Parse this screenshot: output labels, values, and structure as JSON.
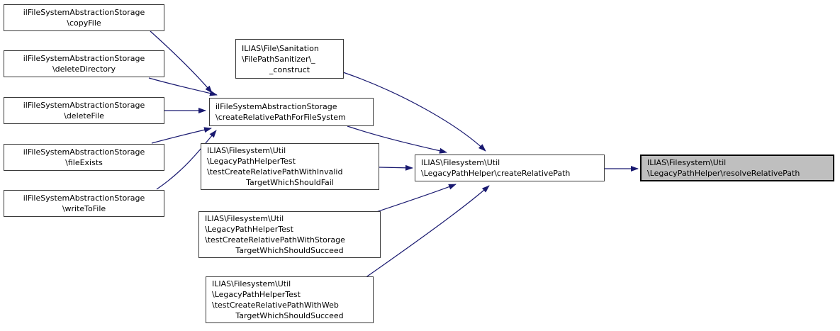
{
  "diagram": {
    "type": "doxygen-caller-graph",
    "target_node_id": "resolveRelativePath",
    "colors": {
      "background": "#ffffff",
      "edge": "#191970",
      "node_fill": "#ffffff",
      "node_border": "#3a3a3a",
      "target_fill": "#bfbfbf",
      "target_border": "#000000",
      "text": "#000000"
    },
    "nodes": [
      {
        "id": "copyFile",
        "highlighted": false,
        "lines": [
          {
            "t": "ilFileSystemAbstractionStorage",
            "c": true
          },
          {
            "t": "\\copyFile",
            "c": true
          }
        ]
      },
      {
        "id": "deleteDirectory",
        "highlighted": false,
        "lines": [
          {
            "t": "ilFileSystemAbstractionStorage",
            "c": true
          },
          {
            "t": "\\deleteDirectory",
            "c": true
          }
        ]
      },
      {
        "id": "deleteFile",
        "highlighted": false,
        "lines": [
          {
            "t": "ilFileSystemAbstractionStorage",
            "c": true
          },
          {
            "t": "\\deleteFile",
            "c": true
          }
        ]
      },
      {
        "id": "fileExists",
        "highlighted": false,
        "lines": [
          {
            "t": "ilFileSystemAbstractionStorage",
            "c": true
          },
          {
            "t": "\\fileExists",
            "c": true
          }
        ]
      },
      {
        "id": "writeToFile",
        "highlighted": false,
        "lines": [
          {
            "t": "ilFileSystemAbstractionStorage",
            "c": true
          },
          {
            "t": "\\writeToFile",
            "c": true
          }
        ]
      },
      {
        "id": "sanitizerConstruct",
        "highlighted": false,
        "lines": [
          {
            "t": "ILIAS\\File\\Sanitation",
            "c": false
          },
          {
            "t": "\\FilePathSanitizer\\_",
            "c": false
          },
          {
            "t": "_construct",
            "c": true
          }
        ]
      },
      {
        "id": "createRelativePathForFileSystem",
        "highlighted": false,
        "lines": [
          {
            "t": "ilFileSystemAbstractionStorage",
            "c": false
          },
          {
            "t": "\\createRelativePathForFileSystem",
            "c": false
          }
        ]
      },
      {
        "id": "testInvalid",
        "highlighted": false,
        "lines": [
          {
            "t": "ILIAS\\Filesystem\\Util",
            "c": false
          },
          {
            "t": "\\LegacyPathHelperTest",
            "c": false
          },
          {
            "t": "\\testCreateRelativePathWithInvalid",
            "c": false
          },
          {
            "t": "TargetWhichShouldFail",
            "c": true
          }
        ]
      },
      {
        "id": "testStorage",
        "highlighted": false,
        "lines": [
          {
            "t": "ILIAS\\Filesystem\\Util",
            "c": false
          },
          {
            "t": "\\LegacyPathHelperTest",
            "c": false
          },
          {
            "t": "\\testCreateRelativePathWithStorage",
            "c": false
          },
          {
            "t": "TargetWhichShouldSucceed",
            "c": true
          }
        ]
      },
      {
        "id": "testWeb",
        "highlighted": false,
        "lines": [
          {
            "t": "ILIAS\\Filesystem\\Util",
            "c": false
          },
          {
            "t": "\\LegacyPathHelperTest",
            "c": false
          },
          {
            "t": "\\testCreateRelativePathWithWeb",
            "c": false
          },
          {
            "t": "TargetWhichShouldSucceed",
            "c": true
          }
        ]
      },
      {
        "id": "createRelativePath",
        "highlighted": false,
        "lines": [
          {
            "t": "ILIAS\\Filesystem\\Util",
            "c": false
          },
          {
            "t": "\\LegacyPathHelper\\createRelativePath",
            "c": false
          }
        ]
      },
      {
        "id": "resolveRelativePath",
        "highlighted": true,
        "lines": [
          {
            "t": "ILIAS\\Filesystem\\Util",
            "c": false
          },
          {
            "t": "\\LegacyPathHelper\\resolveRelativePath",
            "c": false
          }
        ]
      }
    ],
    "edges": [
      {
        "from": "copyFile",
        "to": "createRelativePathForFileSystem"
      },
      {
        "from": "deleteDirectory",
        "to": "createRelativePathForFileSystem"
      },
      {
        "from": "deleteFile",
        "to": "createRelativePathForFileSystem"
      },
      {
        "from": "fileExists",
        "to": "createRelativePathForFileSystem"
      },
      {
        "from": "writeToFile",
        "to": "createRelativePathForFileSystem"
      },
      {
        "from": "createRelativePathForFileSystem",
        "to": "createRelativePath"
      },
      {
        "from": "sanitizerConstruct",
        "to": "createRelativePath"
      },
      {
        "from": "testInvalid",
        "to": "createRelativePath"
      },
      {
        "from": "testStorage",
        "to": "createRelativePath"
      },
      {
        "from": "testWeb",
        "to": "createRelativePath"
      },
      {
        "from": "createRelativePath",
        "to": "resolveRelativePath"
      }
    ]
  }
}
